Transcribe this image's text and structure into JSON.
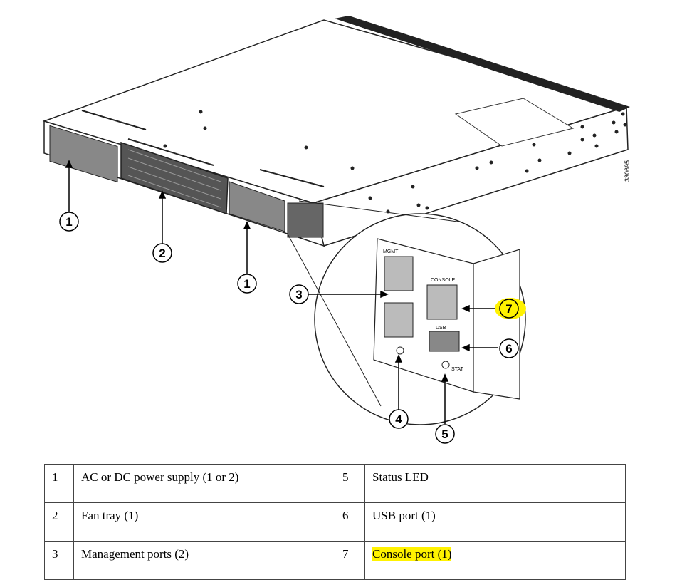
{
  "figure": {
    "figure_id": "330695",
    "panel_labels": {
      "mgmt": "MGMT",
      "console": "CONSOLE",
      "stat": "STAT",
      "usb": "USB"
    },
    "callouts": [
      {
        "id": "1a",
        "label": "1"
      },
      {
        "id": "2",
        "label": "2"
      },
      {
        "id": "1b",
        "label": "1"
      },
      {
        "id": "3",
        "label": "3"
      },
      {
        "id": "7",
        "label": "7"
      },
      {
        "id": "6",
        "label": "6"
      },
      {
        "id": "4",
        "label": "4"
      },
      {
        "id": "5",
        "label": "5"
      }
    ],
    "highlight_color": "#fff200"
  },
  "legend": {
    "rows": [
      {
        "n1": "1",
        "d1": "AC or DC power supply (1 or 2)",
        "n2": "5",
        "d2": "Status LED"
      },
      {
        "n1": "2",
        "d1": "Fan tray (1)",
        "n2": "6",
        "d2": "USB port (1)"
      },
      {
        "n1": "3",
        "d1": "Management ports (2)",
        "n2": "7",
        "d2": "Console port (1)"
      }
    ]
  }
}
